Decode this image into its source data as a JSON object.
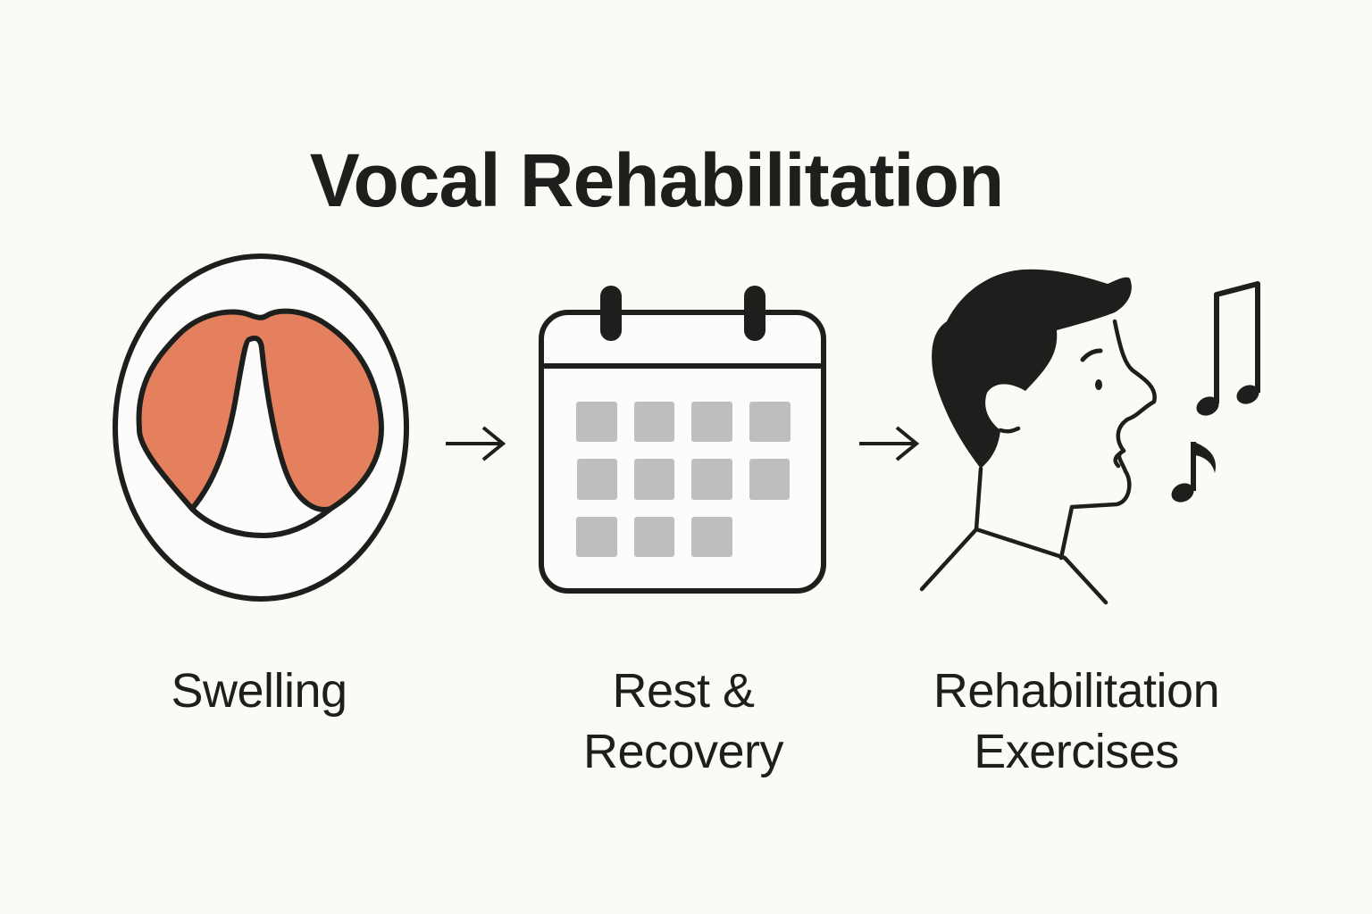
{
  "title": "Vocal Rehabilitation",
  "colors": {
    "background": "#fcfaf7",
    "stroke": "#1d1f1d",
    "swelling_fill": "#e5805f",
    "calendar_cell": "#bcbebf"
  },
  "steps": [
    {
      "icon": "swollen-vocal-folds-icon",
      "label_lines": [
        "Swelling"
      ]
    },
    {
      "icon": "calendar-icon",
      "label_lines": [
        "Rest &",
        "Recovery"
      ]
    },
    {
      "icon": "singing-person-icon",
      "label_lines": [
        "Rehabilitation",
        "Exercises"
      ]
    }
  ],
  "connectors": [
    {
      "icon": "arrow-right-icon",
      "from": "Swelling",
      "to": "Rest & Recovery"
    },
    {
      "icon": "arrow-right-icon",
      "from": "Rest & Recovery",
      "to": "Rehabilitation Exercises"
    }
  ],
  "calendar": {
    "rows": [
      4,
      4,
      3
    ]
  }
}
